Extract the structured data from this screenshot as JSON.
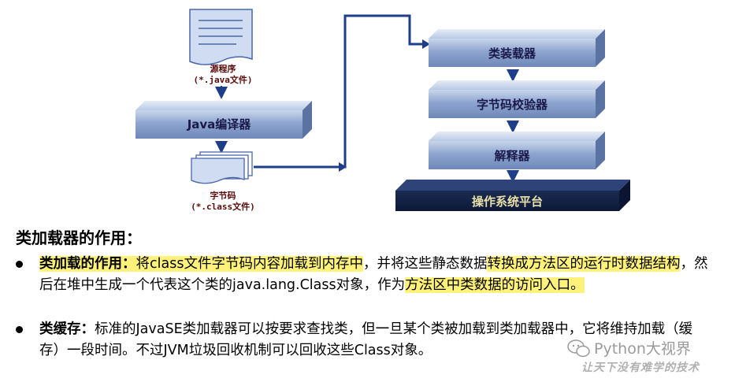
{
  "diagram": {
    "source_label_line1": "源程序",
    "source_label_line2": "(*.java文件)",
    "compiler_label": "Java编译器",
    "bytecode_label_line1": "字节码",
    "bytecode_label_line2": "(*.class文件)",
    "stages": [
      "类装载器",
      "字节码校验器",
      "解释器"
    ],
    "platform_label": "操作系统平台"
  },
  "heading": "类加载器的作用：",
  "bullets": {
    "b1": {
      "title": "类加载的作用：",
      "seg1": "将class文件字节码内容加载到内存中",
      "seg2": "，并将这些静态数据",
      "seg3": "转换成方法区的运行时数据结构",
      "seg4": "，然后在堆中生成一个代表这个类的java.lang.Class对象，作为",
      "seg5": "方法区中类数据的访问入口。"
    },
    "b2": {
      "title": "类缓存：",
      "text": "标准的JavaSE类加载器可以按要求查找类，但一旦某个类被加载到类加载器中，它将维持加载（缓存）一段时间。不过JVM垃圾回收机制可以回收这些Class对象。"
    }
  },
  "watermark": {
    "brand": "Python大视界",
    "slogan": "让天下没有难学的技术"
  }
}
